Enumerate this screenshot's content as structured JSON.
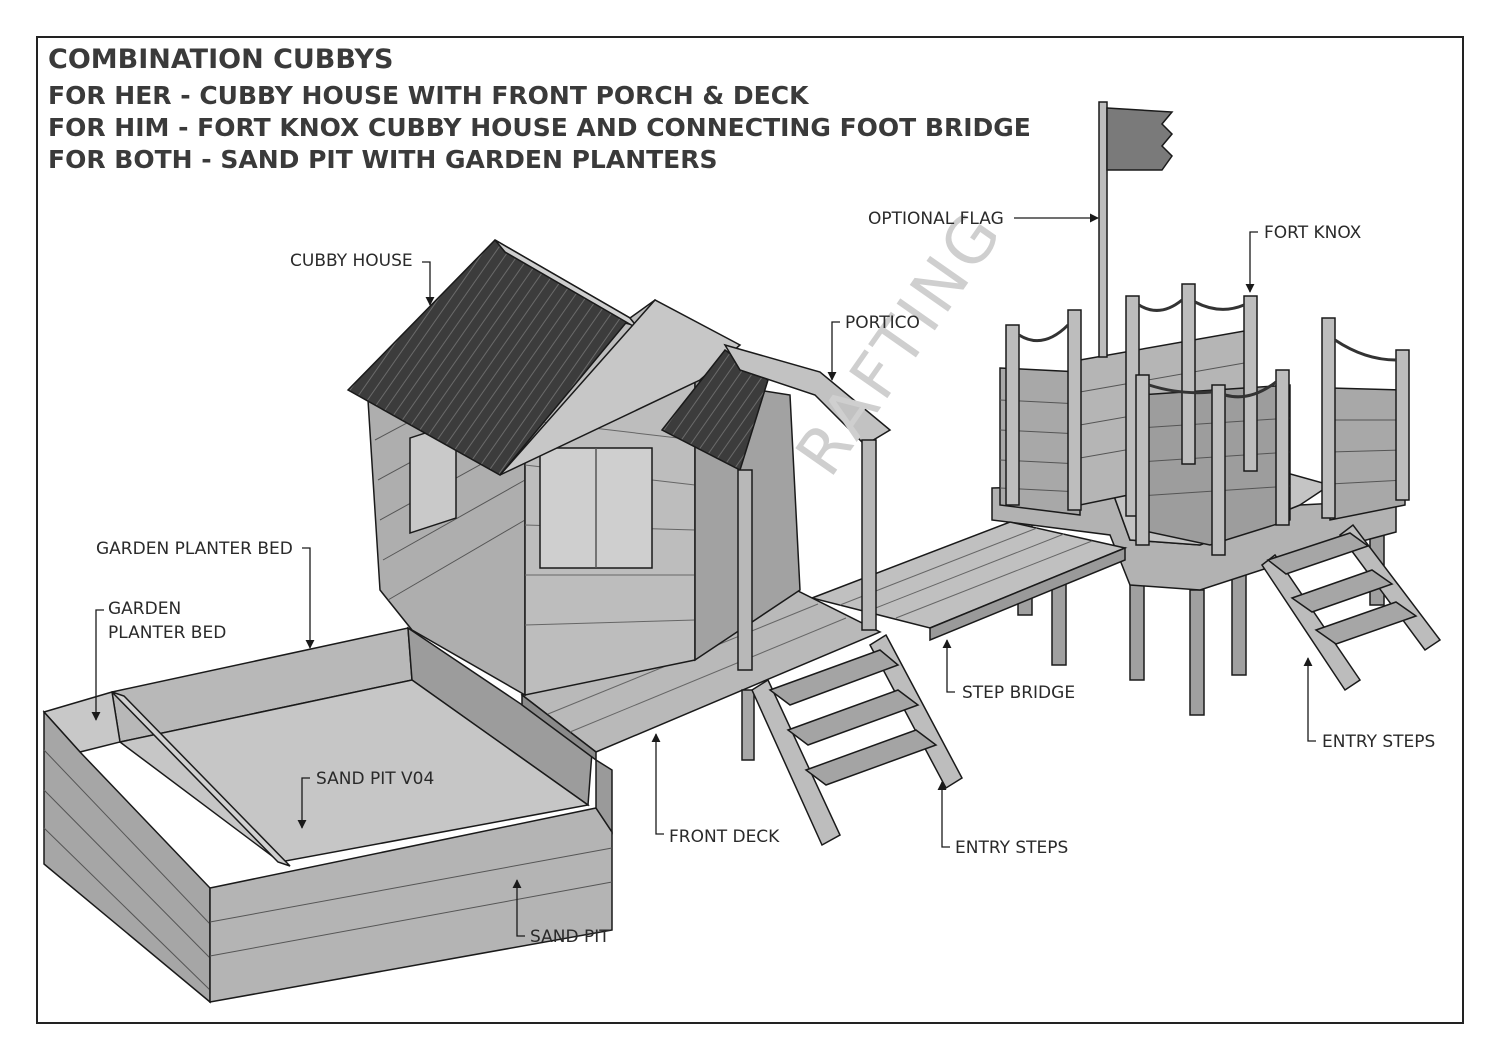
{
  "titles": [
    "COMBINATION CUBBYS",
    "FOR HER - CUBBY HOUSE WITH FRONT PORCH & DECK",
    "FOR HIM - FORT KNOX CUBBY HOUSE AND CONNECTING FOOT BRIDGE",
    "FOR BOTH - SAND PIT WITH GARDEN PLANTERS"
  ],
  "watermark": "RAFTING",
  "labels": {
    "optional_flag": "OPTIONAL FLAG",
    "fort_knox": "FORT KNOX",
    "cubby_house": "CUBBY HOUSE",
    "portico": "PORTICO",
    "garden_planter_bed_top": "GARDEN PLANTER BED",
    "garden_planter_bed_left_1": "GARDEN",
    "garden_planter_bed_left_2": "PLANTER BED",
    "sand_pit_v04": "SAND PIT V04",
    "step_bridge": "STEP BRIDGE",
    "entry_steps_right": "ENTRY STEPS",
    "front_deck": "FRONT DECK",
    "entry_steps_center": "ENTRY STEPS",
    "sand_pit": "SAND PIT"
  },
  "colors": {
    "frame": "#222222",
    "panel": "#a9a9a9",
    "panel_light": "#bdbdbd",
    "panel_dark": "#8c8c8c",
    "roof": "#3c3c3c",
    "line": "#1a1a1a"
  }
}
